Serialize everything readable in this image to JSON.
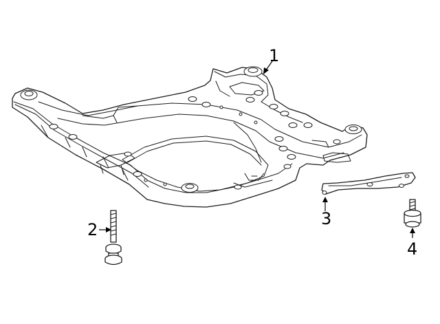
{
  "diagram": {
    "parts": [
      {
        "callout": "1",
        "name": "crossmember"
      },
      {
        "callout": "2",
        "name": "bolt"
      },
      {
        "callout": "3",
        "name": "brace"
      },
      {
        "callout": "4",
        "name": "bolt"
      }
    ]
  }
}
